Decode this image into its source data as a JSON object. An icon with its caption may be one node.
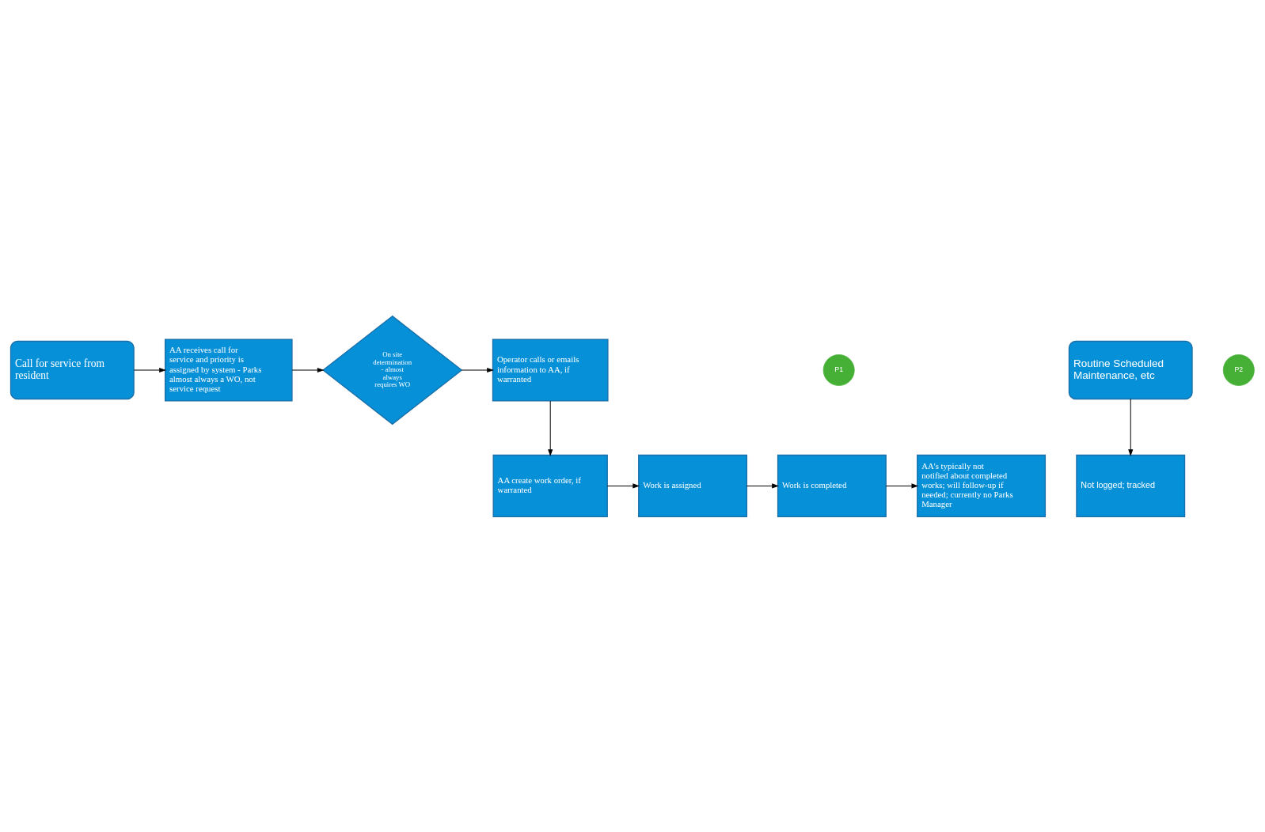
{
  "diagram": {
    "nodes": [
      {
        "text": [
          "Call for service from resident"
        ]
      },
      {
        "text": [
          "AA receives call for service and priority is assigned by system - Parks almost always a WO, not service request"
        ]
      },
      {
        "text": [
          "On site determination - almost always requires WO"
        ]
      },
      {
        "text": [
          "Operator calls or emails information to AA, if warranted"
        ]
      },
      {
        "text": [
          "AA create work order, if warranted"
        ]
      },
      {
        "text": [
          "Work is assigned"
        ]
      },
      {
        "text": [
          "Work is completed"
        ]
      },
      {
        "text": [
          "AA's typically not notified about completed works; will follow-up if needed; currently no Parks Manager"
        ]
      },
      {
        "text": [
          "P1"
        ]
      },
      {
        "text": [
          "Routine Scheduled Maintenance, etc"
        ]
      },
      {
        "text": [
          "Not logged; tracked"
        ]
      },
      {
        "text": [
          "P2"
        ]
      }
    ],
    "edges": [
      {
        "from": 0,
        "to": 1,
        "arrow": "to"
      },
      {
        "from": 1,
        "to": 2,
        "arrow": "to"
      },
      {
        "from": 2,
        "to": 3,
        "arrow": "to"
      },
      {
        "from": 3,
        "to": 4,
        "arrow": "to"
      },
      {
        "from": 4,
        "to": 5,
        "arrow": "to"
      },
      {
        "from": 5,
        "to": 6,
        "arrow": "to"
      },
      {
        "from": 6,
        "to": 7,
        "arrow": "to"
      },
      {
        "from": 9,
        "to": 10,
        "arrow": "to"
      }
    ]
  }
}
